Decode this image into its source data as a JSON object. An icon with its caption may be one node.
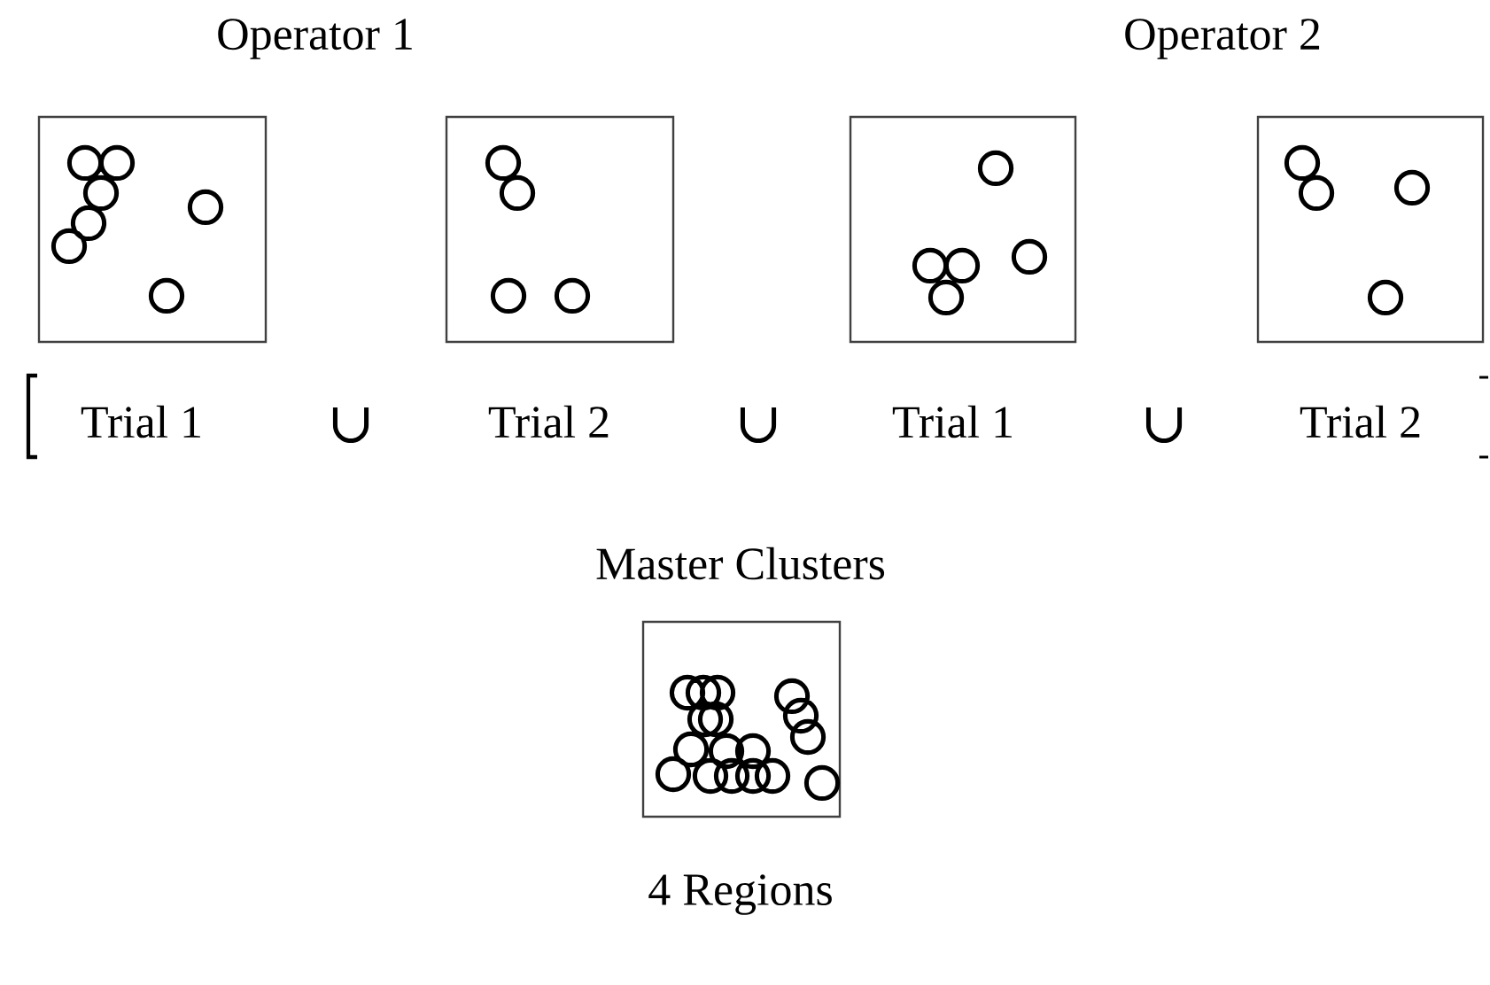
{
  "diagram": {
    "nodes": [
      {
        "text": [],
        "shape": "box",
        "beside": [
          "Trial 1"
        ]
      },
      {
        "text": [],
        "shape": "box",
        "beside": [
          "Trial 2"
        ]
      },
      {
        "text": [],
        "shape": "box",
        "beside": [
          "Trial 1"
        ]
      },
      {
        "text": [],
        "shape": "box",
        "beside": [
          "Trial 2"
        ]
      },
      {
        "text": [
          "Master Clusters"
        ],
        "beside": [
          "4 Regions"
        ]
      }
    ],
    "edges": [],
    "labels": [
      "Operator 1",
      "Operator 2",
      "∪",
      "∪",
      "∪"
    ]
  }
}
